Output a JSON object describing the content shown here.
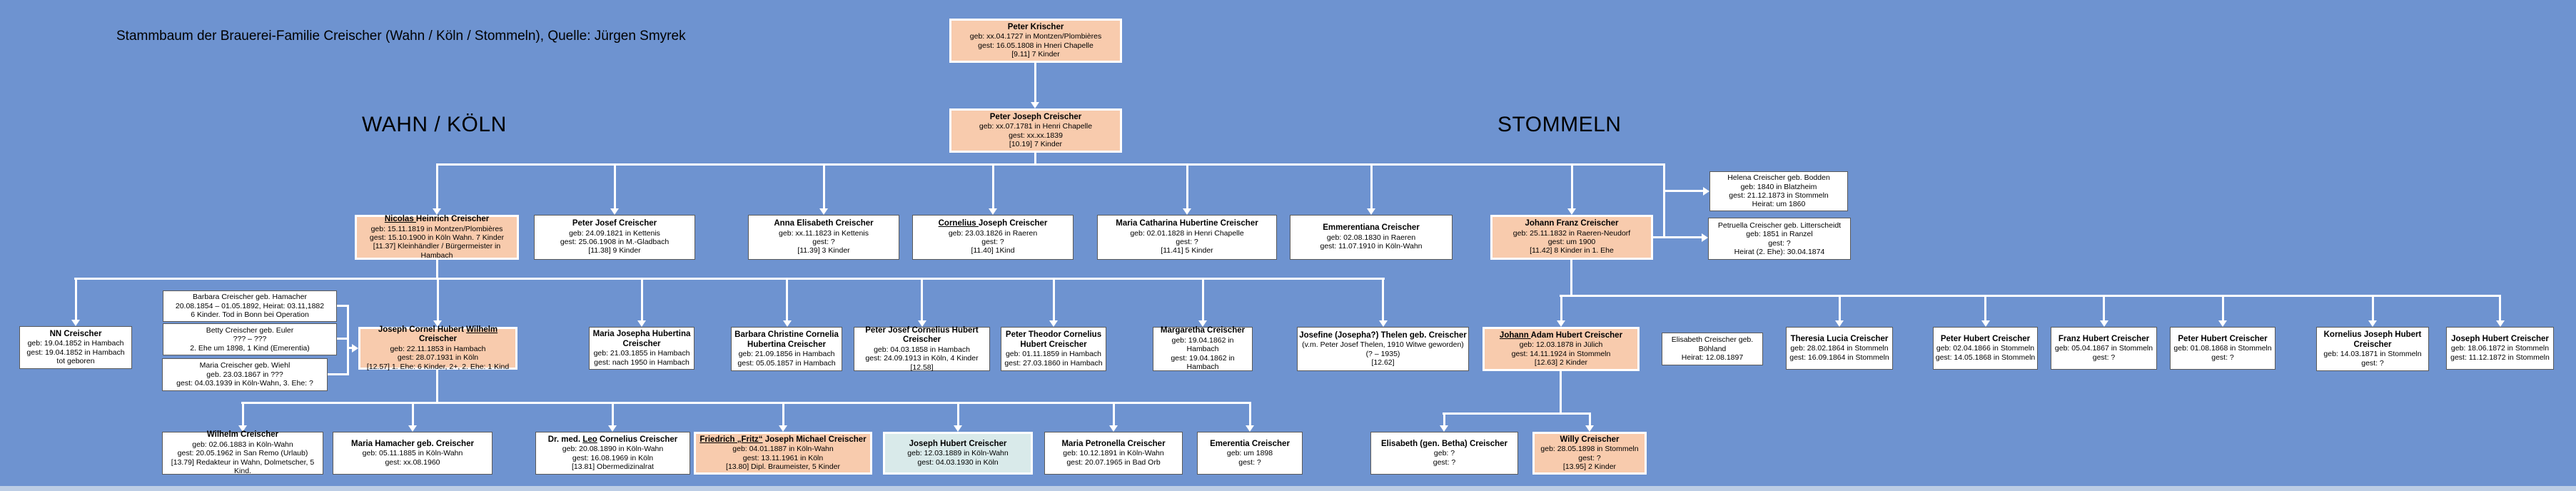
{
  "title": "Stammbaum der Brauerei-Familie Creischer (Wahn / Köln / Stommeln), Quelle: Jürgen Smyrek",
  "region_labels": {
    "left": "WAHN / KÖLN",
    "right": "STOMMELN"
  },
  "colors": {
    "background": "#6e93d0",
    "box_fill": "#ffffff",
    "highlight_orange": "#f8cbad",
    "highlight_cyan": "#d9eaea",
    "connector": "#ffffff"
  },
  "people": [
    {
      "id": "peter_krischer",
      "color": "orange",
      "plain": false,
      "name_parts": [
        [
          "Peter Krischer",
          false
        ]
      ],
      "lines": [
        "geb: xx.04.1727 in Montzen/Plombières",
        "gest: 16.05.1808 in Hneri Chapelle",
        "[9.11] 7 Kinder"
      ]
    },
    {
      "id": "peter_joseph",
      "color": "orange",
      "plain": false,
      "name_parts": [
        [
          "Peter Joseph Creischer",
          false
        ]
      ],
      "lines": [
        "geb: xx.07.1781 in Henri Chapelle",
        "gest: xx.xx.1839",
        "[10.19] 7 Kinder"
      ]
    },
    {
      "id": "nicolas",
      "color": "orange",
      "plain": false,
      "name_parts": [
        [
          "Nicolas ",
          true
        ],
        [
          "Heinrich Creischer",
          false
        ]
      ],
      "lines": [
        "geb: 15.11.1819 in Montzen/Plombières",
        "gest: 15.10.1900 in Köln Wahn. 7 Kinder",
        "[11.37] Kleinhändler / Bürgermeister in Hambach"
      ]
    },
    {
      "id": "peter_josef",
      "color": "white",
      "plain": false,
      "name_parts": [
        [
          "Peter Josef Creischer",
          false
        ]
      ],
      "lines": [
        "geb: 24.09.1821 in Kettenis",
        "gest: 25.06.1908 in M.-Gladbach",
        "[11.38] 9 Kinder"
      ]
    },
    {
      "id": "anna_elisabeth",
      "color": "white",
      "plain": false,
      "name_parts": [
        [
          "Anna Elisabeth Creischer",
          false
        ]
      ],
      "lines": [
        "geb: xx.11.1823 in Kettenis",
        "gest: ?",
        "[11.39] 3 Kinder"
      ]
    },
    {
      "id": "cornelius",
      "color": "white",
      "plain": false,
      "name_parts": [
        [
          "Cornelius ",
          true
        ],
        [
          "Joseph Creischer",
          false
        ]
      ],
      "lines": [
        "geb: 23.03.1826 in Raeren",
        "gest: ?",
        "[11.40] 1Kind"
      ]
    },
    {
      "id": "maria_catharina",
      "color": "white",
      "plain": false,
      "name_parts": [
        [
          "Maria Catharina Hubertine Creischer",
          false
        ]
      ],
      "lines": [
        "geb: 02.01.1828 in Henri Chapelle",
        "gest: ?",
        "[11.41] 5 Kinder"
      ]
    },
    {
      "id": "emmerentiana",
      "color": "white",
      "plain": false,
      "name_parts": [
        [
          "Emmerentiana Creischer",
          false
        ]
      ],
      "lines": [
        "geb: 02.08.1830 in Raeren",
        "gest: 11.07.1910 in Köln-Wahn"
      ]
    },
    {
      "id": "johann_franz",
      "color": "orange",
      "plain": false,
      "name_parts": [
        [
          "Johann Franz Creischer",
          false
        ]
      ],
      "lines": [
        "geb: 25.11.1832 in Raeren-Neudorf",
        "gest: um 1900",
        "[11.42] 8 Kinder in 1. Ehe"
      ]
    },
    {
      "id": "helena",
      "color": "white",
      "plain": true,
      "name_parts": [
        [
          "Helena Creischer geb. Bodden",
          false
        ]
      ],
      "lines": [
        "geb: 1840 in Blatzheim",
        "gest: 21.12.1873 in Stommeln",
        "Heirat: um 1860"
      ]
    },
    {
      "id": "petruella",
      "color": "white",
      "plain": true,
      "name_parts": [
        [
          "Petruella Creischer geb. Litterscheidt",
          false
        ]
      ],
      "lines": [
        "geb: 1851 in Ranzel",
        "gest: ?",
        "Heirat (2. Ehe): 30.04.1874"
      ]
    },
    {
      "id": "nn",
      "color": "white",
      "plain": false,
      "name_parts": [
        [
          "NN Creischer",
          false
        ]
      ],
      "lines": [
        "geb: 19.04.1852 in Hambach",
        "gest: 19.04.1852 in Hambach",
        "tot geboren"
      ]
    },
    {
      "id": "barbara_hamacher",
      "color": "white",
      "plain": true,
      "name_parts": [
        [
          "Barbara Creischer geb. Hamacher",
          false
        ]
      ],
      "lines": [
        "20.08.1854 – 01.05.1892, Heirat: 03.11,1882",
        "6 Kinder. Tod in Bonn bei Operation"
      ]
    },
    {
      "id": "betty_euler",
      "color": "white",
      "plain": true,
      "name_parts": [
        [
          "Betty Creischer geb. Euler",
          false
        ]
      ],
      "lines": [
        "??? – ???",
        "2. Ehe um 1898, 1 Kind (Emerentia)"
      ]
    },
    {
      "id": "maria_wiehl",
      "color": "white",
      "plain": true,
      "name_parts": [
        [
          "Maria Creischer geb. Wiehl",
          false
        ]
      ],
      "lines": [
        "geb. 23.03.1867 in ???",
        "gest: 04.03.1939 in Köln-Wahn, 3. Ehe: ?"
      ]
    },
    {
      "id": "joseph_cornel",
      "color": "orange",
      "plain": false,
      "name_parts": [
        [
          "Joseph Cornel Hubert ",
          false
        ],
        [
          "Wilhelm",
          true
        ],
        [
          " Creischer",
          false
        ]
      ],
      "lines": [
        "geb: 22.11.1853 in Hambach",
        "gest: 28.07.1931 in Köln",
        "[12.57] 1. Ehe: 6 Kinder, 2+, 2. Ehe: 1 Kind"
      ]
    },
    {
      "id": "maria_josepha",
      "color": "white",
      "plain": false,
      "name_parts": [
        [
          "Maria Josepha Hubertina Creischer",
          false
        ]
      ],
      "lines": [
        "geb: 21.03.1855 in Hambach",
        "gest: nach 1950 in Hambach"
      ]
    },
    {
      "id": "barbara_christine",
      "color": "white",
      "plain": false,
      "name_parts": [
        [
          "Barbara Christine Cornelia Hubertina Creischer",
          false
        ]
      ],
      "lines": [
        "geb: 21.09.1856 in Hambach",
        "gest: 05.05.1857 in Hambach"
      ]
    },
    {
      "id": "peter_josef_cornelius",
      "color": "white",
      "plain": false,
      "name_parts": [
        [
          "Peter Josef Cornelius Hubert Creischer",
          false
        ]
      ],
      "lines": [
        "geb: 04.03.1858 in Hambach",
        "gest: 24.09.1913 in Köln, 4 Kinder [12.58]"
      ]
    },
    {
      "id": "peter_theodor",
      "color": "white",
      "plain": false,
      "name_parts": [
        [
          "Peter Theodor Cornelius Hubert Creischer",
          false
        ]
      ],
      "lines": [
        "geb: 01.11.1859 in Hambach",
        "gest: 27.03.1860 in Hambach"
      ]
    },
    {
      "id": "margaretha",
      "color": "white",
      "plain": false,
      "name_parts": [
        [
          "Margaretha Creischer",
          false
        ]
      ],
      "lines": [
        "geb: 19.04.1862 in Hambach",
        "gest: 19.04.1862 in Hambach"
      ]
    },
    {
      "id": "josefine",
      "color": "white",
      "plain": false,
      "name_parts": [
        [
          "Josefine (Josepha?) Thelen geb. Creischer",
          false
        ]
      ],
      "lines": [
        "(v.m. Peter Josef Thelen, 1910 Witwe geworden)",
        "(? – 1935)",
        "[12.62]"
      ]
    },
    {
      "id": "johann_adam",
      "color": "orange",
      "plain": false,
      "name_parts": [
        [
          "Johann ",
          true
        ],
        [
          "Adam Hubert Creischer",
          false
        ]
      ],
      "lines": [
        "geb: 12.03.1878 in Jülich",
        "gest: 14.11.1924 in Stommeln",
        "[12.63] 2 Kinder"
      ]
    },
    {
      "id": "elisabeth_boehland",
      "color": "white",
      "plain": true,
      "name_parts": [
        [
          "Elisabeth Creischer geb. Böhland",
          false
        ]
      ],
      "lines": [
        "Heirat: 12.08.1897"
      ]
    },
    {
      "id": "theresia",
      "color": "white",
      "plain": false,
      "name_parts": [
        [
          "Theresia Lucia Creischer",
          false
        ]
      ],
      "lines": [
        "geb: 28.02.1864 in Stommeln",
        "gest: 16.09.1864 in Stommeln"
      ]
    },
    {
      "id": "peter_hubert_1866",
      "color": "white",
      "plain": false,
      "name_parts": [
        [
          "Peter Hubert Creischer",
          false
        ]
      ],
      "lines": [
        "geb: 02.04.1866 in Stommeln",
        "gest: 14.05.1868 in Stommeln"
      ]
    },
    {
      "id": "franz_hubert",
      "color": "white",
      "plain": false,
      "name_parts": [
        [
          "Franz Hubert Creischer",
          false
        ]
      ],
      "lines": [
        "geb: 05.04.1867 in Stommeln",
        "gest: ?"
      ]
    },
    {
      "id": "peter_hubert_1868",
      "color": "white",
      "plain": false,
      "name_parts": [
        [
          "Peter Hubert Creischer",
          false
        ]
      ],
      "lines": [
        "geb: 01.08.1868 in Stommeln",
        "gest: ?"
      ]
    },
    {
      "id": "kornelius",
      "color": "white",
      "plain": false,
      "name_parts": [
        [
          "Kornelius Joseph Hubert Creischer",
          false
        ]
      ],
      "lines": [
        "geb: 14.03.1871 in Stommeln",
        "gest: ?"
      ]
    },
    {
      "id": "joseph_hubert_1872",
      "color": "white",
      "plain": false,
      "name_parts": [
        [
          "Joseph Hubert Creischer",
          false
        ]
      ],
      "lines": [
        "geb: 18.06.1872 in Stommeln",
        "gest: 11.12.1872 in Stommeln"
      ]
    },
    {
      "id": "wilhelm",
      "color": "white",
      "plain": false,
      "name_parts": [
        [
          "Wilhelm Creischer",
          false
        ]
      ],
      "lines": [
        "geb: 02.06.1883 in Köln-Wahn",
        "gest: 20.05.1962 in San Remo (Urlaub)",
        "[13.79] Redakteur in Wahn, Dolmetscher, 5 Kind."
      ]
    },
    {
      "id": "maria_hamacher",
      "color": "white",
      "plain": false,
      "name_parts": [
        [
          "Maria Hamacher geb. Creischer",
          false
        ]
      ],
      "lines": [
        "geb: 05.11.1885 in Köln-Wahn",
        "gest: xx.08.1960"
      ]
    },
    {
      "id": "leo",
      "color": "white",
      "plain": false,
      "name_parts": [
        [
          "Dr. med. ",
          false
        ],
        [
          "Leo",
          true
        ],
        [
          " Cornelius Creischer",
          false
        ]
      ],
      "lines": [
        "geb: 20.08.1890 in Köln-Wahn",
        "gest: 16.08.1969 in Köln",
        "[13.81] Obermedizinalrat"
      ]
    },
    {
      "id": "fritz",
      "color": "orange",
      "plain": false,
      "name_parts": [
        [
          "Friedrich „Fritz“",
          true
        ],
        [
          " Joseph Michael Creischer",
          false
        ]
      ],
      "lines": [
        "geb: 04.01.1887 in Köln-Wahn",
        "gest: 13.11.1961 in Köln",
        "[13.80] Dipl. Braumeister, 5 Kinder"
      ]
    },
    {
      "id": "joseph_hubert_1889",
      "color": "cyan",
      "plain": false,
      "name_parts": [
        [
          "Joseph Hubert Creischer",
          false
        ]
      ],
      "lines": [
        "geb: 12.03.1889 in Köln-Wahn",
        "gest: 04.03.1930 in Köln"
      ]
    },
    {
      "id": "maria_petronella",
      "color": "white",
      "plain": false,
      "name_parts": [
        [
          "Maria Petronella Creischer",
          false
        ]
      ],
      "lines": [
        "geb: 10.12.1891 in Köln-Wahn",
        "gest: 20.07.1965 in Bad Orb"
      ]
    },
    {
      "id": "emerentia",
      "color": "white",
      "plain": false,
      "name_parts": [
        [
          "Emerentia Creischer",
          false
        ]
      ],
      "lines": [
        "geb: um 1898",
        "gest: ?"
      ]
    },
    {
      "id": "elisabeth_betha",
      "color": "white",
      "plain": false,
      "name_parts": [
        [
          "Elisabeth (gen. Betha) Creischer",
          false
        ]
      ],
      "lines": [
        "geb: ?",
        "gest: ?"
      ]
    },
    {
      "id": "willy",
      "color": "orange",
      "plain": false,
      "name_parts": [
        [
          "Willy Creischer",
          false
        ]
      ],
      "lines": [
        "geb: 28.05.1898 in Stommeln",
        "gest: ?",
        "[13.95] 2 Kinder"
      ]
    }
  ]
}
